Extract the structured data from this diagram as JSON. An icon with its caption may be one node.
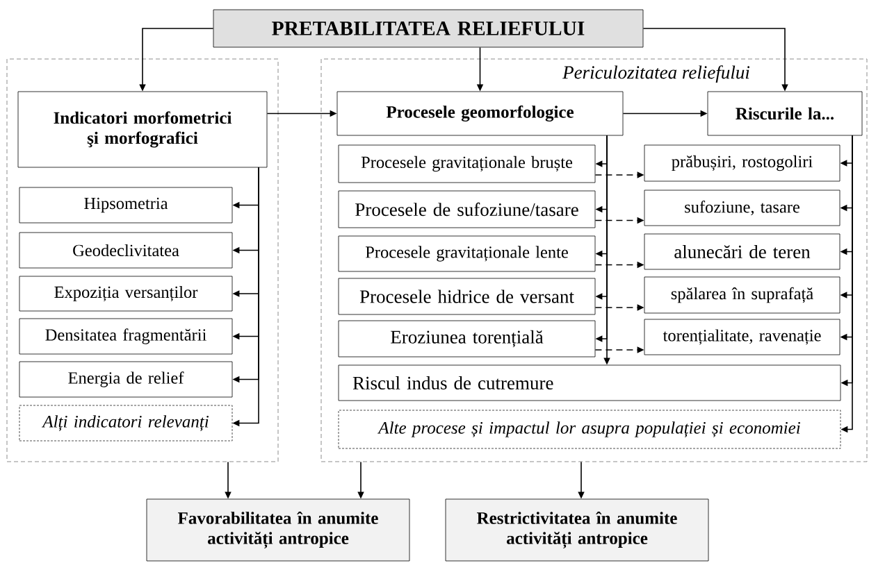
{
  "diagram": {
    "nodes": [
      {
        "text": [
          "PRETABILITATEA RELIEFULUI"
        ]
      },
      {
        "text": [],
        "shape": "box"
      },
      {
        "text": [
          "Periculozitatea reliefului"
        ]
      },
      {
        "text": [
          "Indicatori morfometrici şi morfografici"
        ],
        "in": 1
      },
      {
        "text": [
          "Hipsometria"
        ],
        "in": 1
      },
      {
        "text": [
          "Geodeclivitatea"
        ],
        "in": 1
      },
      {
        "text": [
          "Expoziția versanților"
        ],
        "in": 1
      },
      {
        "text": [
          "Densitatea fragmentării"
        ],
        "in": 1
      },
      {
        "text": [
          "Energia de relief"
        ],
        "in": 1
      },
      {
        "text": [
          "Alți indicatori relevanți"
        ],
        "in": 1
      },
      {
        "text": [
          "Procesele geomorfologice"
        ],
        "in": 2
      },
      {
        "text": [
          "Riscurile la..."
        ],
        "in": 2
      },
      {
        "text": [
          "Procesele gravitaționale bruște"
        ],
        "in": 2
      },
      {
        "text": [
          "Procesele de sufoziune/tasare"
        ],
        "in": 2
      },
      {
        "text": [
          "Procesele gravitaționale lente"
        ],
        "in": 2
      },
      {
        "text": [
          "Procesele hidrice de versant"
        ],
        "in": 2
      },
      {
        "text": [
          "Eroziunea torențială"
        ],
        "in": 2
      },
      {
        "text": [
          "prăbușiri, rostogoliri"
        ],
        "in": 2
      },
      {
        "text": [
          "sufoziune, tasare"
        ],
        "in": 2
      },
      {
        "text": [
          "alunecări de teren"
        ],
        "in": 2
      },
      {
        "text": [
          "spălarea în suprafață"
        ],
        "in": 2
      },
      {
        "text": [
          "torențialitate, ravenație"
        ],
        "in": 2
      },
      {
        "text": [
          "Riscul indus de cutremure"
        ],
        "in": 2
      },
      {
        "text": [
          "Alte procese și impactul lor asupra populației și economiei"
        ],
        "in": 2
      },
      {
        "text": [
          "Favorabilitatea în anumite activități antropice"
        ]
      },
      {
        "text": [
          "Restrictivitatea în anumite activități antropice"
        ]
      }
    ],
    "edges": [
      {
        "from": 0,
        "to": 3,
        "arrow": "to"
      },
      {
        "from": 0,
        "to": 10,
        "arrow": "to"
      },
      {
        "from": 0,
        "to": 11,
        "arrow": "to"
      },
      {
        "from": 3,
        "to": 10,
        "arrow": "to"
      },
      {
        "from": 10,
        "to": 11,
        "arrow": "to"
      },
      {
        "from": 3,
        "to": 4,
        "arrow": "to"
      },
      {
        "from": 3,
        "to": 5,
        "arrow": "to"
      },
      {
        "from": 3,
        "to": 6,
        "arrow": "to"
      },
      {
        "from": 3,
        "to": 7,
        "arrow": "to"
      },
      {
        "from": 3,
        "to": 8,
        "arrow": "to"
      },
      {
        "from": 3,
        "to": 9,
        "arrow": "to"
      },
      {
        "from": 10,
        "to": 12,
        "arrow": "to"
      },
      {
        "from": 10,
        "to": 13,
        "arrow": "to"
      },
      {
        "from": 10,
        "to": 14,
        "arrow": "to"
      },
      {
        "from": 10,
        "to": 15,
        "arrow": "to"
      },
      {
        "from": 10,
        "to": 16,
        "arrow": "to"
      },
      {
        "from": 10,
        "to": 22,
        "arrow": "to"
      },
      {
        "from": 11,
        "to": 17,
        "arrow": "to"
      },
      {
        "from": 11,
        "to": 18,
        "arrow": "to"
      },
      {
        "from": 11,
        "to": 19,
        "arrow": "to"
      },
      {
        "from": 11,
        "to": 20,
        "arrow": "to"
      },
      {
        "from": 11,
        "to": 21,
        "arrow": "to"
      },
      {
        "from": 11,
        "to": 22,
        "arrow": "to"
      },
      {
        "from": 11,
        "to": 23,
        "arrow": "to"
      },
      {
        "from": 12,
        "to": 17,
        "arrow": "to",
        "style": "dashed"
      },
      {
        "from": 13,
        "to": 18,
        "arrow": "to",
        "style": "dashed"
      },
      {
        "from": 14,
        "to": 19,
        "arrow": "to",
        "style": "dashed"
      },
      {
        "from": 15,
        "to": 20,
        "arrow": "to",
        "style": "dashed"
      },
      {
        "from": 16,
        "to": 21,
        "arrow": "to",
        "style": "dashed"
      },
      {
        "from": 1,
        "to": 24,
        "arrow": "to"
      },
      {
        "from": 2,
        "to": 24,
        "arrow": "to"
      },
      {
        "from": 2,
        "to": 25,
        "arrow": "to"
      }
    ]
  }
}
